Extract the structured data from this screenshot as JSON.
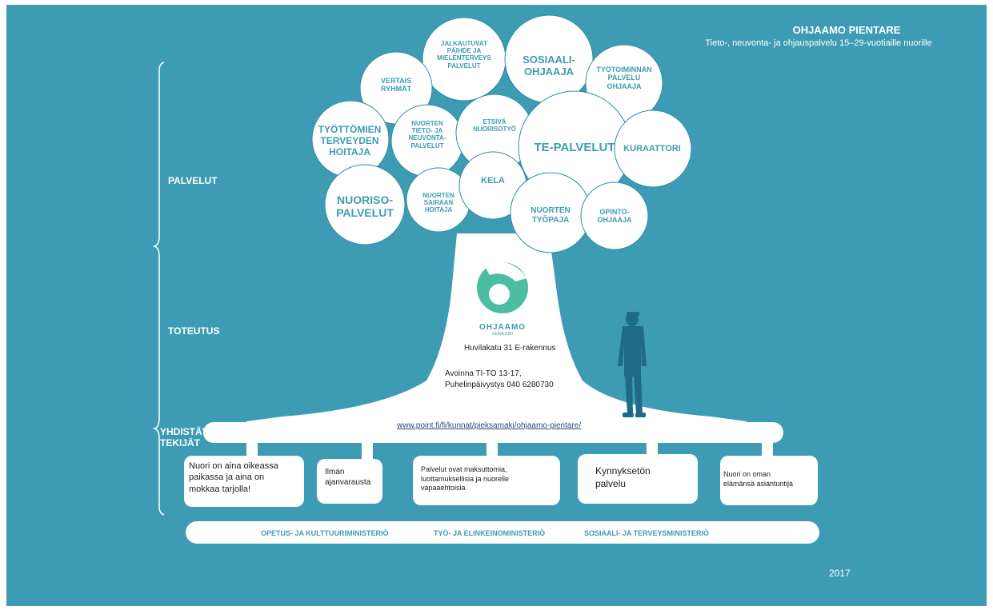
{
  "header": {
    "title": "OHJAAMO PIENTARE",
    "subtitle": "Tieto-, neuvonta- ja ohjauspalvelu 15–29-vuotiaille nuorille"
  },
  "levels": {
    "palvelut": "PALVELUT",
    "toteutus": "TOTEUTUS",
    "yhdistavat": "YHDISTÄVÄT\nTEKIJÄT"
  },
  "services": {
    "jalkautuvat": "JALKAUTUVAT\nPÄIHDE JA\nMIELENTERVEYS\nPALVELUT",
    "sosiaaliohjaaja": "SOSIAALI-\nOHJAAJA",
    "tyotoiminnan": "TYÖTOIMINNAN\nPALVELU\nOHJAAJA",
    "vertaisryhmat": "VERTAIS\nRYHMÄT",
    "tyottomien": "TYÖTTÖMIEN\nTERVEYDEN\nHOITAJA",
    "nuorten_tieto": "NUORTEN\nTIETO- JA\nNEUVONTA-\nPALVELUT",
    "etsiva": "ETSIVÄ\nNUORISOTYÖ",
    "te_palvelut": "TE-PALVELUT",
    "kuraattori": "KURAATTORI",
    "nuorisopalvelut": "NUORISO-\nPALVELUT",
    "sairaanhoitaja": "NUORTEN\nSAIRAAN\nHOITAJA",
    "kela": "KELA",
    "tyopaja": "NUORTEN\nTYÖPAJA",
    "opinto": "OPINTO-\nOHJAAJA"
  },
  "logo": {
    "name": "OHJAAMO",
    "tagline": "SEINÄJOKI"
  },
  "info": {
    "address": "Huvilakatu 31 E-rakennus",
    "hours": "Avoinna TI-TO 13-17,",
    "phone": "Puhelinpäivystys 040 6280730",
    "url": "www.point.fi/fi/kunnat/pieksamaki/ohjaamo-pientare/"
  },
  "values": [
    "Nuori on aina oikeassa\npaikassa ja aina on\nmokkaa tarjolla!",
    "Ilman\najanvarausta",
    "Palvelut ovat maksuttomia,\nluottamuksellisia ja nuorelle\nvapaaehtoisia",
    "Kynnyksetön\npalvelu",
    "Nuori on oman\nelämänsä asiantuntija"
  ],
  "ministries": [
    "OPETUS- JA KULTTUURIMINISTERIÖ",
    "TYÖ- JA ELINKEINOMINISTERIÖ",
    "SOSIAALI- JA TERVEYSMINISTERIÖ"
  ],
  "footer": {
    "year": "2017"
  },
  "colors": {
    "background": "#3d9cb3",
    "tree": "#ffffff",
    "logo": "#4bbda0",
    "figure": "#1f6b86"
  }
}
